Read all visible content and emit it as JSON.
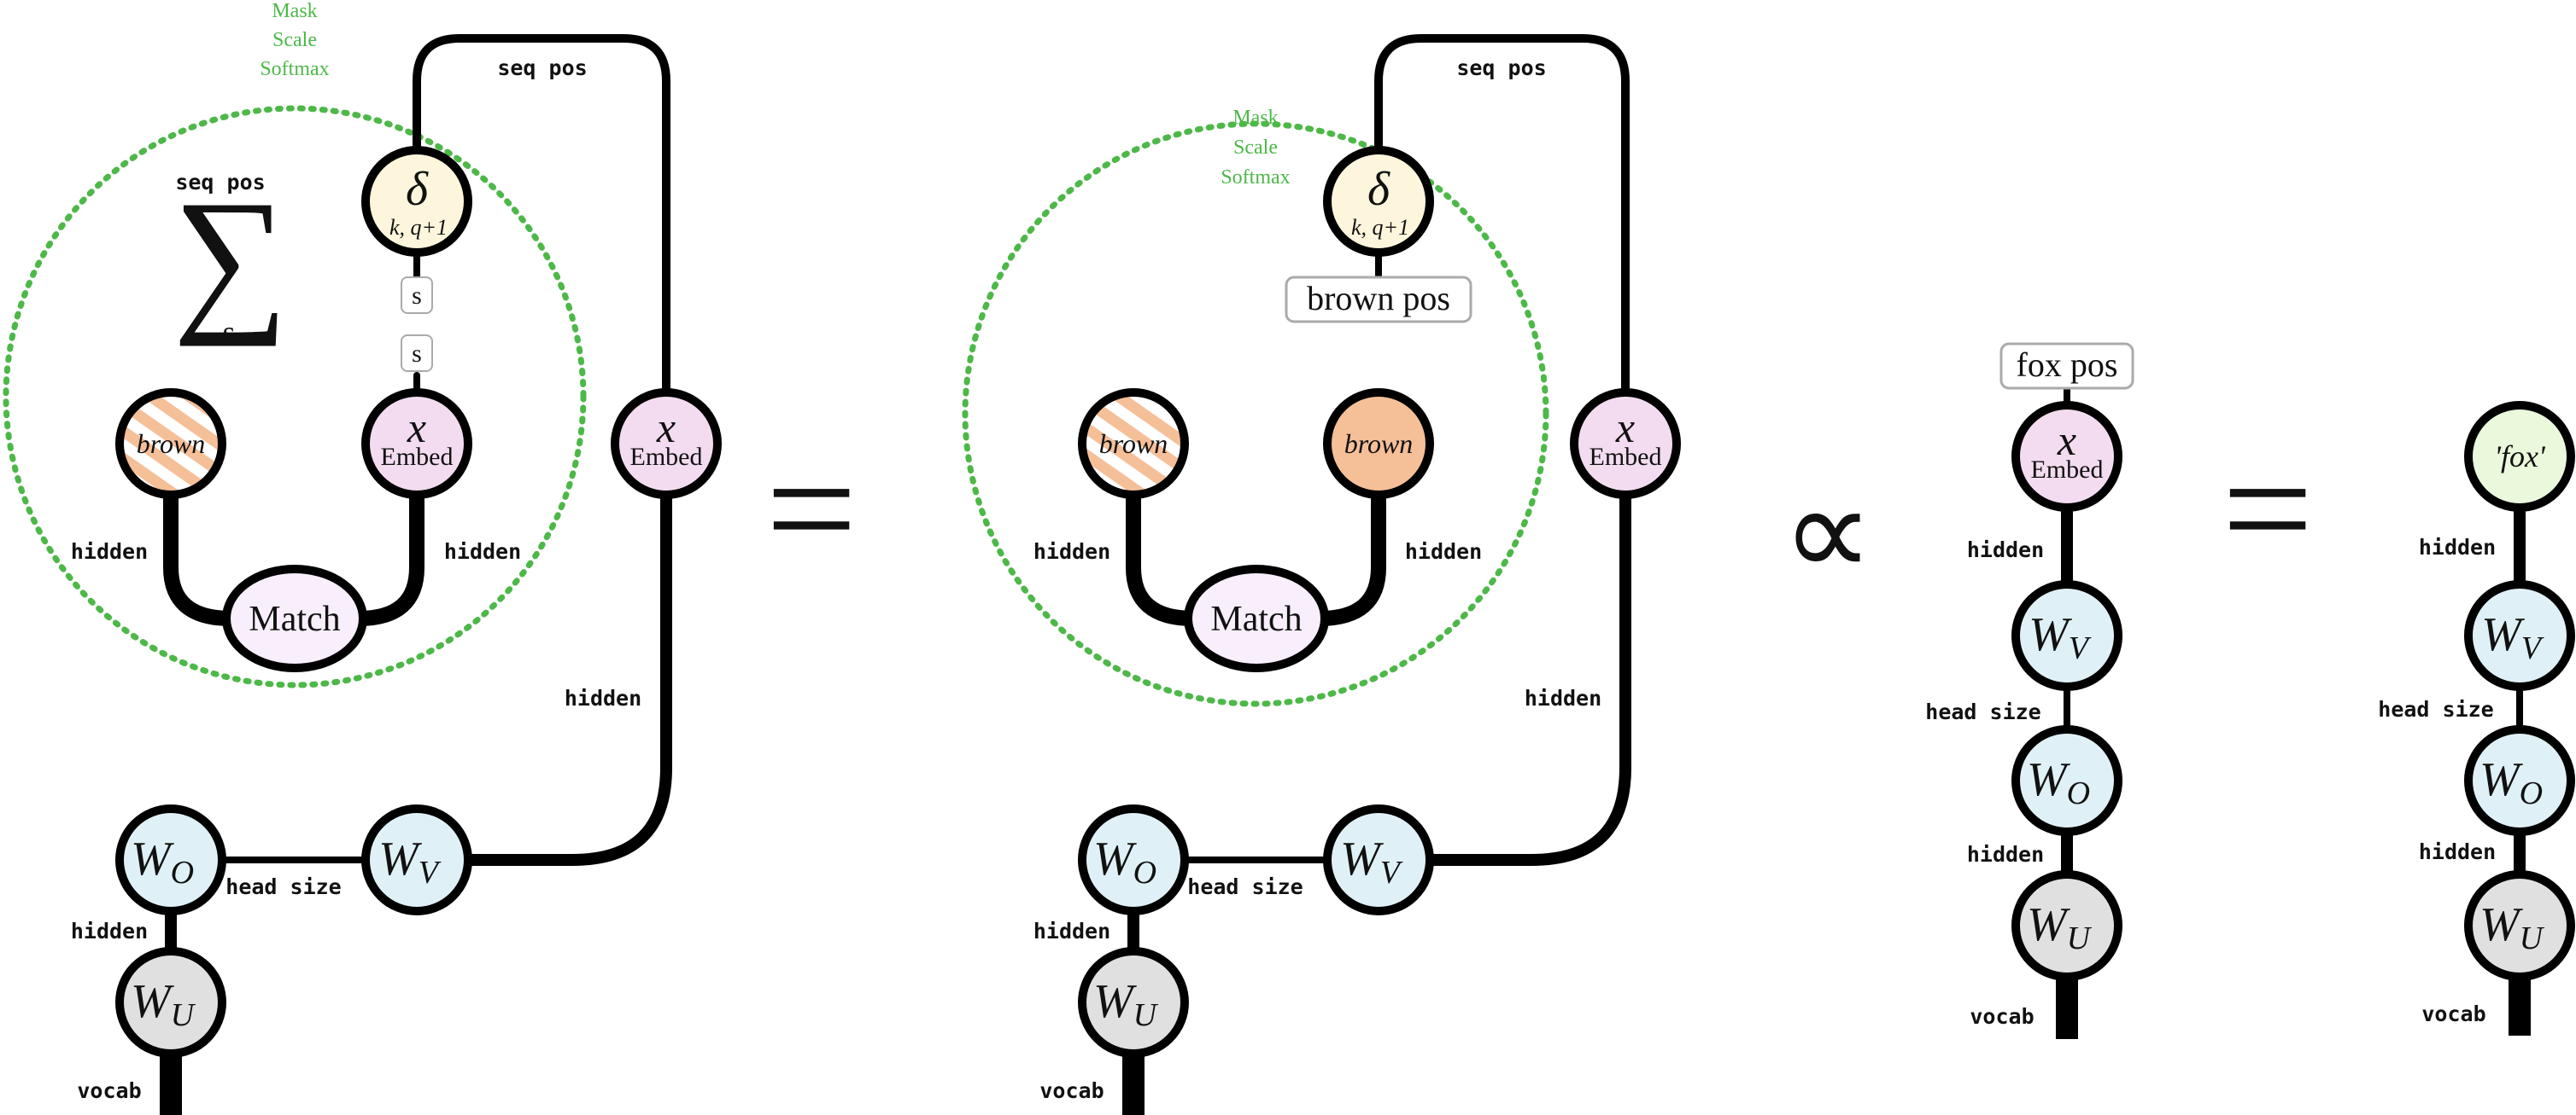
{
  "colors": {
    "delta_fill": "#fdf6dc",
    "embed_fill": "#f3dcf0",
    "brown_fill": "#f5bf98",
    "match_fill": "#f8eefc",
    "weight_fill": "#dff1f6",
    "unembed_fill": "#e0e0e0",
    "fox_fill": "#eaf8dc",
    "mask_green": "#4db848"
  },
  "labels": {
    "seq_pos": "seq pos",
    "hidden": "hidden",
    "head_size": "head size",
    "vocab": "vocab",
    "s": "s",
    "mask": "Mask",
    "scale": "Scale",
    "softmax": "Softmax"
  },
  "nodes": {
    "delta": "δ",
    "delta_sub": "k, q+1",
    "x": "x",
    "embed": "Embed",
    "brown": "brown",
    "match": "Match",
    "fox": "'fox'",
    "w_main": "W",
    "w_v_sub": "V",
    "w_o_sub": "O",
    "w_u_sub": "U"
  },
  "boxes": {
    "brown_pos": "brown pos",
    "fox_pos": "fox pos"
  },
  "operators": {
    "sum": "∑",
    "equals": "=",
    "proportional": "∝"
  }
}
